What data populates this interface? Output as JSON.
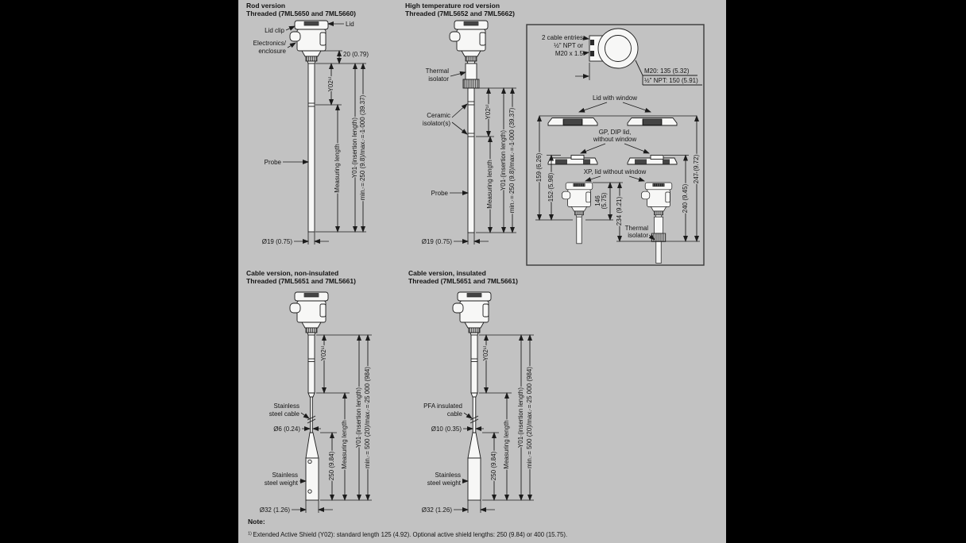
{
  "colors": {
    "page_bg": "#000000",
    "panel_bg": "#c2c2c2",
    "line": "#1c1c1c",
    "shape_fill": "#f7f7f6"
  },
  "rod": {
    "title_line1": "Rod version",
    "title_line2": "Threaded (7ML5650 and 7ML5660)",
    "lid_clip": "Lid clip",
    "lid": "Lid",
    "electronics_line1": "Electronics/",
    "electronics_line2": "enclosure",
    "dim_thread": "20 (0.79)",
    "y02": "Y02¹⁾",
    "probe": "Probe",
    "measuring_length": "Measuring length",
    "y01": "Y01 (insertion length)",
    "y01_range": "min. = 250 (9.8)/max. = 1 000 (39.37)",
    "dia_probe": "Ø19 (0.75)"
  },
  "hightemp": {
    "title_line1": "High temperature rod version",
    "title_line2": "Threaded (7ML5652 and 7ML5662)",
    "thermal_line1": "Thermal",
    "thermal_line2": "isolator",
    "ceramic_line1": "Ceramic",
    "ceramic_line2": "isolator(s)",
    "probe": "Probe",
    "y02": "Y02¹⁾",
    "measuring_length": "Measuring length",
    "y01": "Y01 (insertion length)",
    "y01_range": "min. = 250 (9.8)/max. = 1 000 (39.37)",
    "dia_probe": "Ø19 (0.75)"
  },
  "cable_bare": {
    "title_line1": "Cable version, non-insulated",
    "title_line2": "Threaded (7ML5651 and 7ML5661)",
    "cable_line1": "Stainless",
    "cable_line2": "steel cable",
    "dia_cable": "Ø6 (0.24)",
    "weight_line1": "Stainless",
    "weight_line2": "steel weight",
    "dia_weight": "Ø32 (1.26)",
    "weight_len": "250 (9.84)",
    "y02": "Y02¹⁾",
    "measuring_length": "Measuring length",
    "y01": "Y01 (insertion length)",
    "y01_range": "min. = 500 (20)/max. = 25 000 (984)"
  },
  "cable_ins": {
    "title_line1": "Cable version, insulated",
    "title_line2": "Threaded (7ML5651 and 7ML5661)",
    "cable_line1": "PFA insulated",
    "cable_line2": "cable",
    "dia_cable": "Ø10 (0.35)",
    "weight_line1": "Stainless",
    "weight_line2": "steel weight",
    "dia_weight": "Ø32 (1.26)",
    "weight_len": "250 (9.84)",
    "y02": "Y02¹⁾",
    "measuring_length": "Measuring length",
    "y01": "Y01 (insertion length)",
    "y01_range": "min. = 500 (20)/max. = 25 000 (984)"
  },
  "detail": {
    "entries_line1": "2 cable entries",
    "entries_line2": "½\" NPT or",
    "entries_line3": "M20 x 1.5",
    "m20": "M20: 135 (5.32)",
    "npt": "½\" NPT: 150 (5.91)",
    "lid_window": "Lid with window",
    "gp_line1": "GP, DIP lid,",
    "gp_line2": "without window",
    "xp": "XP, lid without window",
    "thermal_line1": "Thermal",
    "thermal_line2": "isolator",
    "d159": "159 (6.26)",
    "d152": "152 (5.98)",
    "d146_a": "146",
    "d146_b": "(5.75)",
    "d234": "234 (9.21)",
    "d240": "240 (9.45)",
    "d247": "247 (9.72)"
  },
  "note": {
    "heading": "Note:",
    "sup": "1)",
    "text": "Extended Active Shield (Y02): standard length 125 (4.92). Optional active shield lengths: 250 (9.84) or 400 (15.75)."
  }
}
